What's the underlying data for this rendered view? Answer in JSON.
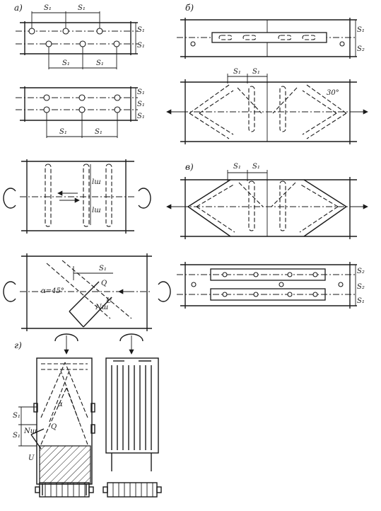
{
  "panels": {
    "a": "а)",
    "b": "б)",
    "v": "в)",
    "g": "г)"
  },
  "dims": {
    "s1": "S₁",
    "s2": "S₂",
    "l_w": "lш",
    "angle_45": "α=45°",
    "angle_30": "30°",
    "alpha": "α",
    "q": "Q",
    "u": "U",
    "n_w": "Nш"
  }
}
